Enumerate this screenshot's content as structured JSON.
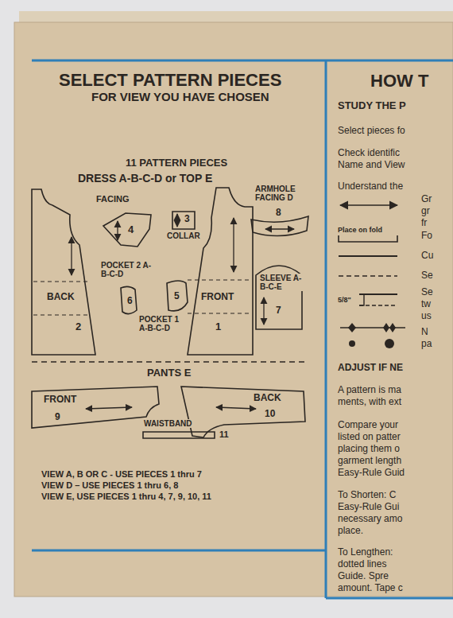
{
  "diagram": {
    "title": "SELECT PATTERN PIECES",
    "nodes": [
      {
        "text": [
          "FACING",
          "4"
        ]
      },
      {
        "text": [
          "3",
          "COLLAR"
        ]
      },
      {
        "text": [
          "ARMHOLE FACING D",
          "8"
        ]
      },
      {
        "text": [
          "BACK",
          "2"
        ]
      },
      {
        "text": [
          "FRONT",
          "1"
        ]
      },
      {
        "text": [
          "POCKET 2 A-B-C-D",
          "6"
        ]
      },
      {
        "text": [
          "5",
          "POCKET 1 A-B-C-D"
        ]
      },
      {
        "text": [
          "SLEEVE A-B-C-E",
          "7"
        ]
      },
      {
        "text": [
          "FRONT",
          "9"
        ]
      },
      {
        "text": [
          "BACK",
          "10"
        ]
      },
      {
        "text": [
          "WAISTBAND",
          "11"
        ]
      }
    ],
    "labels": [
      "FOR VIEW YOU HAVE CHOSEN",
      "11 PATTERN PIECES",
      "DRESS A-B-C-D or TOP E",
      "PANTS E",
      "VIEW A, B OR C - USE PIECES 1 thru 7",
      "VIEW D – USE PIECES 1 thru 6, 8",
      "VIEW E, USE PIECES 1 thru 4, 7, 9, 10, 11",
      "HOW T",
      "STUDY THE P",
      "Select pieces fo",
      "Check identific",
      "Name and View",
      "Understand the",
      "Gr",
      "gr",
      "fr",
      "Place on fold",
      "Fo",
      "Cu",
      "Se",
      "5/8\"",
      "Se",
      "tw",
      "us",
      "N",
      "pa",
      "ADJUST IF NE",
      "A pattern is ma",
      "ments, with ext",
      "Compare your",
      "listed on patter",
      "placing them o",
      "garment length",
      "Easy-Rule Guid",
      "To Shorten: C",
      "Easy-Rule Gui",
      "necessary amo",
      "place.",
      "To Lengthen:",
      "dotted lines",
      "Guide. Spre",
      "amount. Tape c"
    ]
  }
}
